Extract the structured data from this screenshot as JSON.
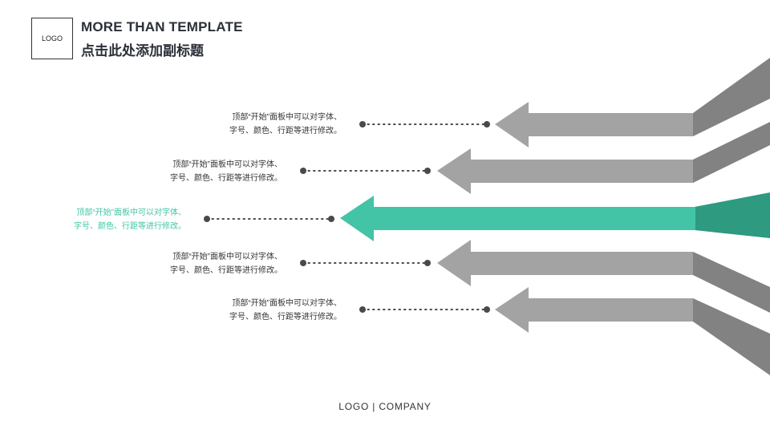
{
  "header": {
    "logo": "LOGO",
    "title": "MORE THAN TEMPLATE",
    "subtitle": "点击此处添加副标题"
  },
  "items": [
    {
      "line1": "顶部“开始”面板中可以对字体、",
      "line2": "字号、颜色、行距等进行修改。",
      "highlighted": false
    },
    {
      "line1": "顶部“开始”面板中可以对字体、",
      "line2": "字号、颜色、行距等进行修改。",
      "highlighted": false
    },
    {
      "line1": "顶部“开始”面板中可以对字体、",
      "line2": "字号、颜色、行距等进行修改。",
      "highlighted": true
    },
    {
      "line1": "顶部“开始”面板中可以对字体、",
      "line2": "字号、颜色、行距等进行修改。",
      "highlighted": false
    },
    {
      "line1": "顶部“开始”面板中可以对字体、",
      "line2": "字号、颜色、行距等进行修改。",
      "highlighted": false
    }
  ],
  "footer": "LOGO | COMPANY",
  "colors": {
    "accent": "#43c4a6",
    "accent_dark": "#2e9a80",
    "arrow_gray": "#a3a3a3",
    "panel_gray": "#828282",
    "dot": "#4a4a4a"
  }
}
